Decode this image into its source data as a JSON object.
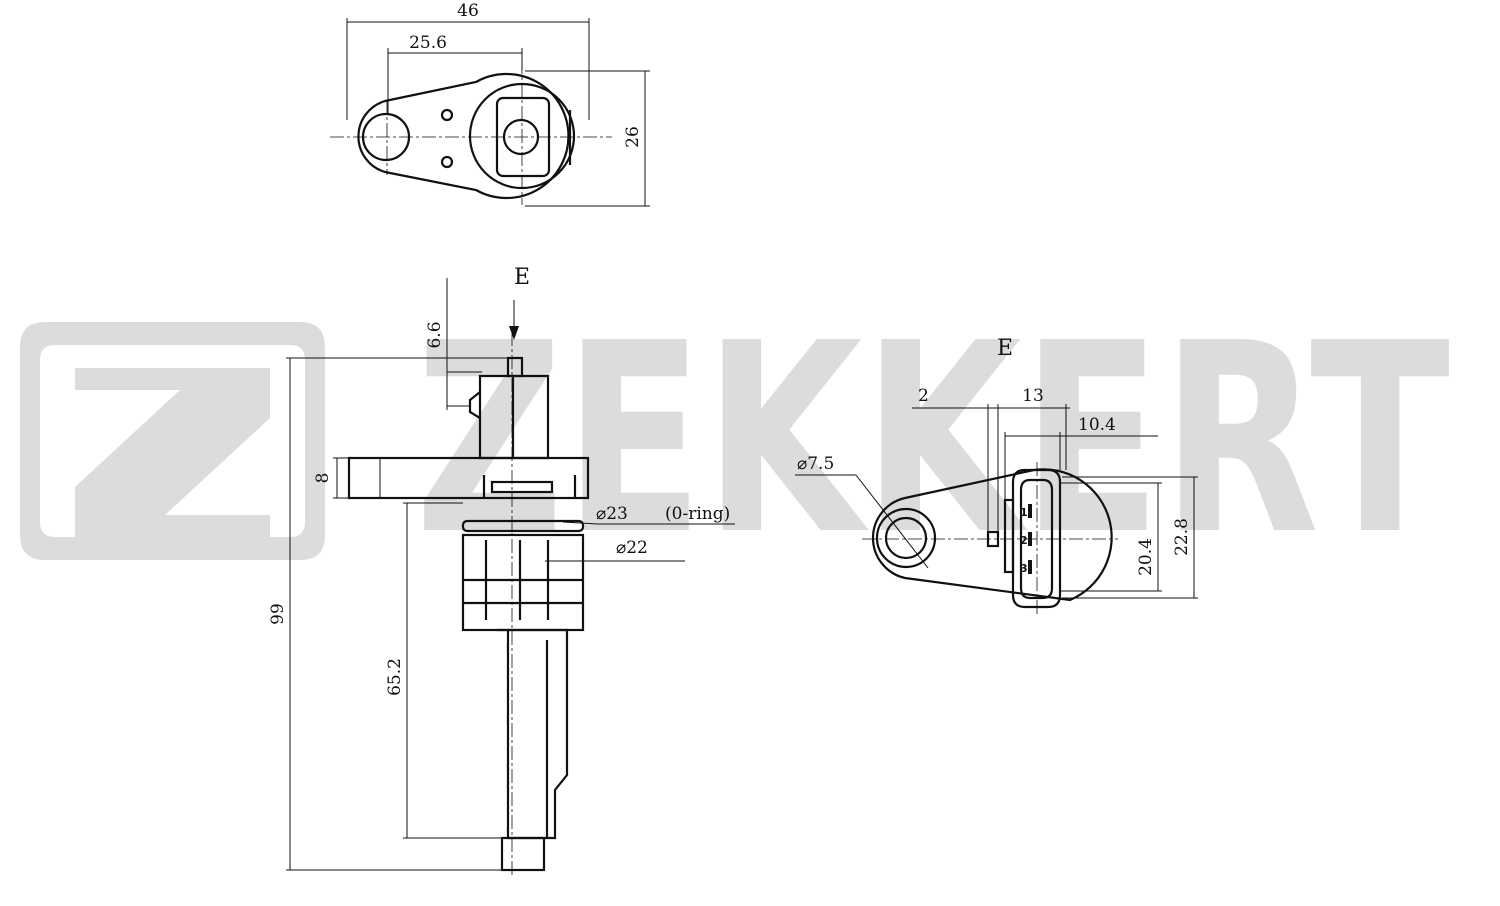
{
  "watermark": {
    "brand": "ZEKKERT",
    "color": "#dcdcdc"
  },
  "views": {
    "top": {
      "dimensions": {
        "overall_width": "46",
        "hole_spacing": "25.6",
        "height": "26"
      }
    },
    "side": {
      "arrow_label": "E",
      "dimensions": {
        "top_offset": "6.6",
        "flange_thickness": "8",
        "oring_diameter": "⌀23",
        "oring_note": "(0-ring)",
        "body_diameter": "⌀22",
        "total_length": "99",
        "insert_length": "65.2"
      }
    },
    "end": {
      "view_label": "E",
      "dimensions": {
        "offset": "2",
        "connector_pos": "13",
        "connector_width": "10.4",
        "hole_diameter": "⌀7.5",
        "inner_height": "20.4",
        "outer_height": "22.8"
      },
      "pins": [
        "1",
        "2",
        "3"
      ]
    }
  },
  "colors": {
    "line": "#111111",
    "background": "#ffffff"
  }
}
